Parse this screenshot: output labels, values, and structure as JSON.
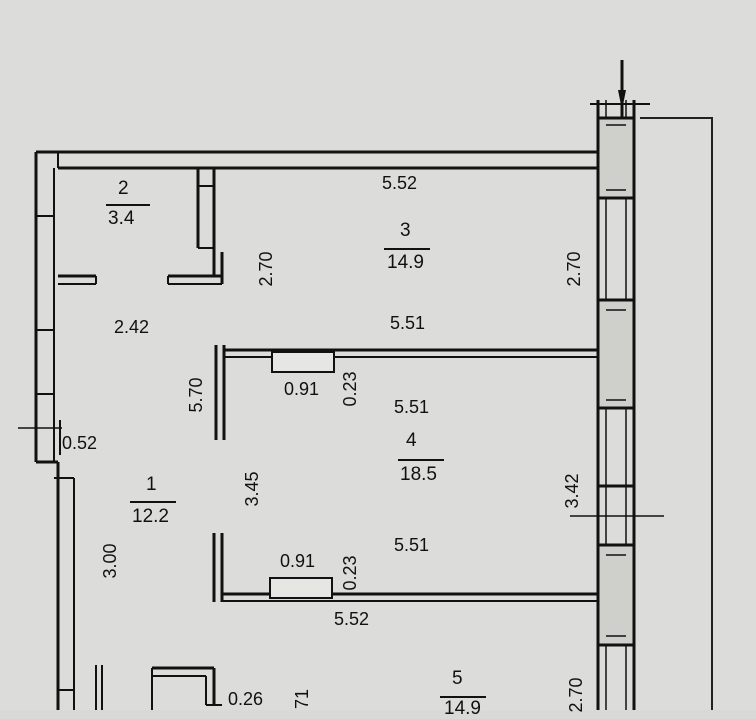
{
  "rooms": [
    {
      "number": "1",
      "area": "12.2"
    },
    {
      "number": "2",
      "area": "3.4"
    },
    {
      "number": "3",
      "area": "14.9"
    },
    {
      "number": "4",
      "area": "18.5"
    },
    {
      "number": "5",
      "area": "14.9"
    }
  ],
  "dimensions": {
    "d_5_52_top": "5.52",
    "d_2_70_left3": "2.70",
    "d_2_70_right3": "2.70",
    "d_2_42": "2.42",
    "d_5_51_a": "5.51",
    "d_5_70": "5.70",
    "d_0_91_a": "0.91",
    "d_0_23_a": "0.23",
    "d_5_51_b": "5.51",
    "d_0_52": "0.52",
    "d_3_45": "3.45",
    "d_3_42": "3.42",
    "d_3_00": "3.00",
    "d_0_91_b": "0.91",
    "d_0_23_b": "0.23",
    "d_5_51_c": "5.51",
    "d_5_52_bottom": "5.52",
    "d_0_26": "0.26",
    "d_2_70_bottom": "2.70",
    "d_partial_71": "71"
  }
}
